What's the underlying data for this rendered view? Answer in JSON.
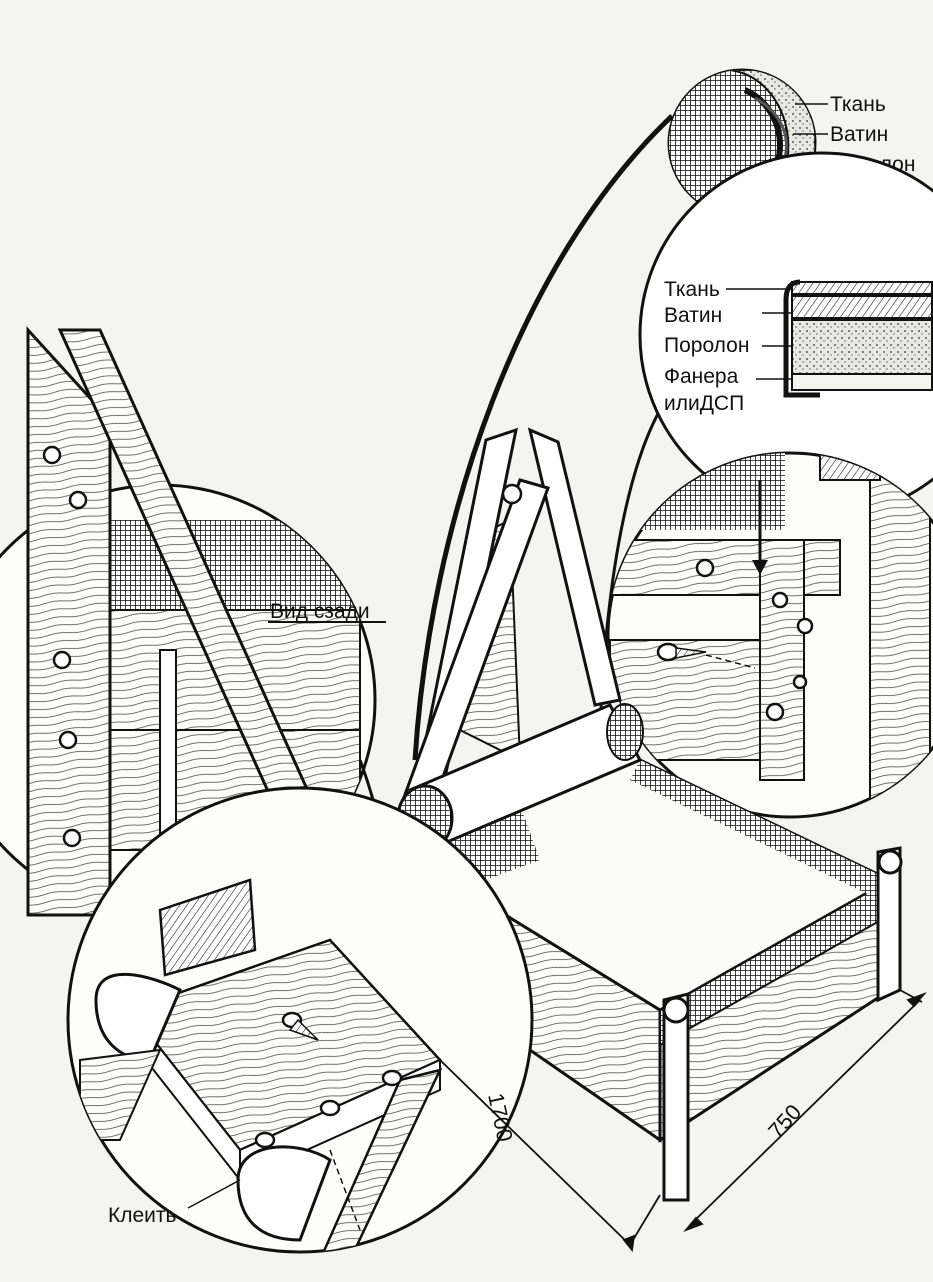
{
  "labels": {
    "top_detail": [
      "Ткань",
      "Ватин",
      "Поролон"
    ],
    "mid_detail": [
      "Ткань",
      "Ватин",
      "Поролон",
      "Фанера",
      "илиДСП"
    ],
    "rear_view": "Вид сзади",
    "glue": "Клеить"
  },
  "dimensions": {
    "length": "1700",
    "width": "750"
  },
  "colors": {
    "ink": "#111111",
    "paper": "#f4f4f2",
    "foam": "#e2e2dc"
  }
}
